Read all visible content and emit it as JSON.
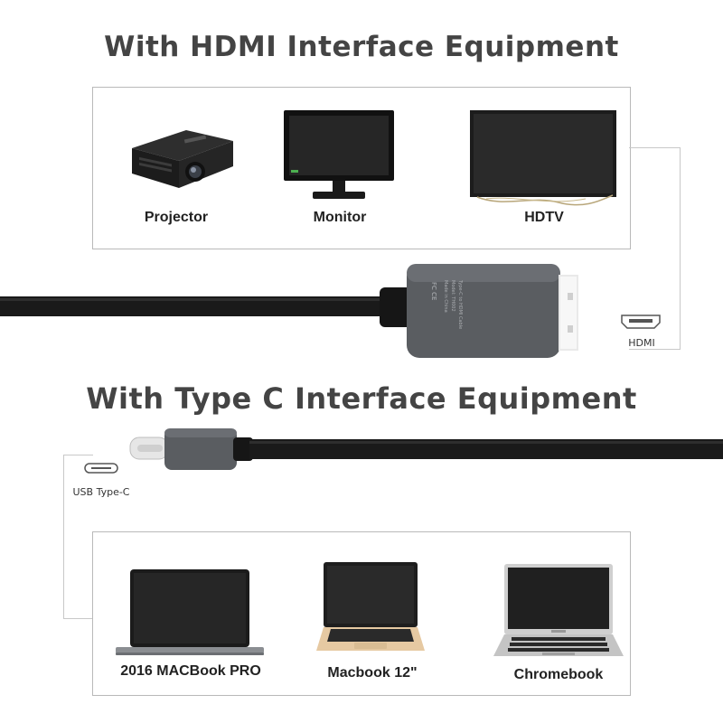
{
  "headings": {
    "hdmi_section": "With HDMI Interface Equipment",
    "typec_section": "With Type C Interface Equipment"
  },
  "hdmi_devices": [
    {
      "label": "Projector",
      "icon": "projector-icon"
    },
    {
      "label": "Monitor",
      "icon": "monitor-icon"
    },
    {
      "label": "HDTV",
      "icon": "tv-icon"
    }
  ],
  "typec_devices": [
    {
      "label": "2016 MACBook PRO",
      "icon": "laptop-icon"
    },
    {
      "label": "Macbook 12\"",
      "icon": "laptop-gold-icon"
    },
    {
      "label": "Chromebook",
      "icon": "chromebook-icon"
    }
  ],
  "ports": {
    "hdmi": "HDMI",
    "usbc": "USB Type-C"
  },
  "colors": {
    "heading": "#444444",
    "cable": "#1a1a1a",
    "connector_housing": "#5a5d61",
    "frame": "#b9b9b9",
    "laptop_gold": "#e6c9a2"
  }
}
